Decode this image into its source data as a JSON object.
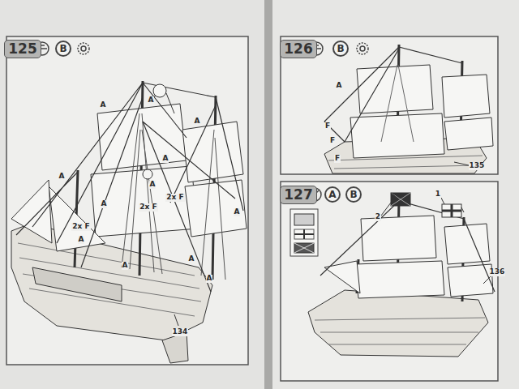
{
  "diagram": {
    "nodes": [
      {
        "text": [
          "125"
        ]
      },
      {
        "text": [
          "B"
        ]
      },
      {
        "text": [
          "126"
        ]
      },
      {
        "text": [
          "B"
        ]
      },
      {
        "text": [
          "127"
        ]
      },
      {
        "text": [
          "A"
        ]
      },
      {
        "text": [
          "B"
        ]
      }
    ],
    "labels": [
      "A",
      "A",
      "A",
      "A",
      "A",
      "A",
      "A",
      "A",
      "A",
      "A",
      "A",
      "A",
      "2x F",
      "2x F",
      "2x F",
      "134",
      "A",
      "F",
      "F",
      "F",
      "135",
      "2",
      "1",
      "136"
    ]
  }
}
